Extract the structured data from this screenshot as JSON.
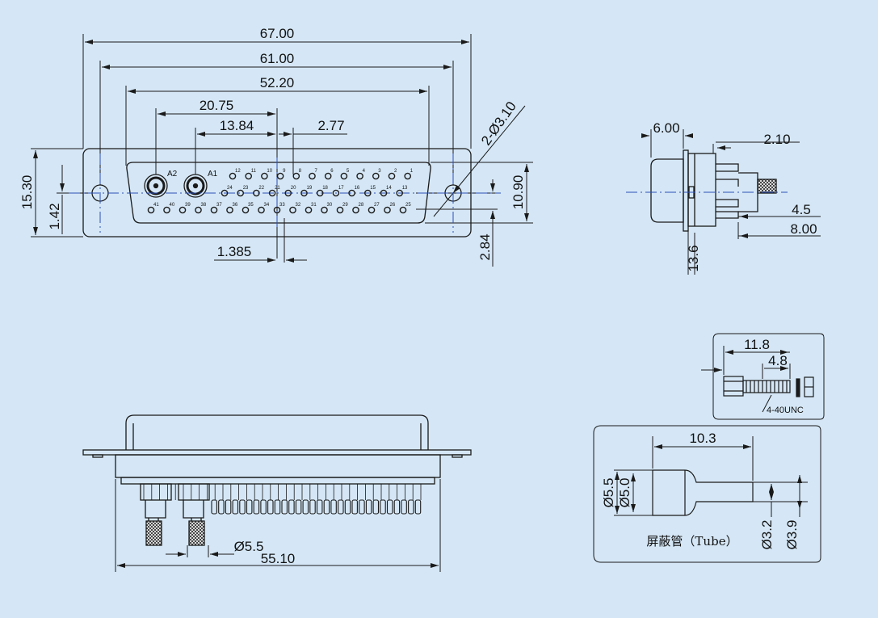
{
  "colors": {
    "background": "#d5e7f6",
    "line": "#1a1a1a",
    "centerline": "#2a4fb5"
  },
  "front_view": {
    "dims": {
      "width_overall": "67.00",
      "mount_spacing": "61.00",
      "shell_width": "52.20",
      "coax_spacing": "20.75",
      "coax_to_center": "13.84",
      "pin_pitch": "2.77",
      "row_offset": "1.385",
      "height_overall": "15.30",
      "hole_offset": "1.42",
      "shell_height": "10.90",
      "row_spacing": "2.84",
      "mount_hole": "2-Ø3.10"
    },
    "coax_labels": [
      "A2",
      "A1"
    ],
    "pins_top": [
      "12",
      "11",
      "10",
      "9",
      "8",
      "7",
      "6",
      "5",
      "4",
      "3",
      "2",
      "1"
    ],
    "pins_mid": [
      "24",
      "23",
      "22",
      "21",
      "20",
      "19",
      "18",
      "17",
      "16",
      "15",
      "14",
      "13"
    ],
    "pins_bot": [
      "41",
      "40",
      "39",
      "38",
      "37",
      "36",
      "35",
      "34",
      "33",
      "32",
      "31",
      "30",
      "29",
      "28",
      "27",
      "26",
      "25"
    ]
  },
  "side_view": {
    "dims": {
      "shell_depth": "6.00",
      "flange": "2.10",
      "height": "13.6",
      "pin_extension": "4.5",
      "rear_length": "8.00"
    }
  },
  "bottom_view": {
    "dims": {
      "coax_diameter": "Ø5.5",
      "body_width": "55.10"
    }
  },
  "screw_detail": {
    "dims": {
      "length": "11.8",
      "thread": "4.8"
    },
    "label": "4-40UNC"
  },
  "tube_detail": {
    "dims": {
      "length": "10.3",
      "outer_large": "Ø5.5",
      "inner_large": "Ø5.0",
      "inner_small": "Ø3.2",
      "outer_small": "Ø3.9"
    },
    "label": "屏蔽管（Tube）"
  }
}
